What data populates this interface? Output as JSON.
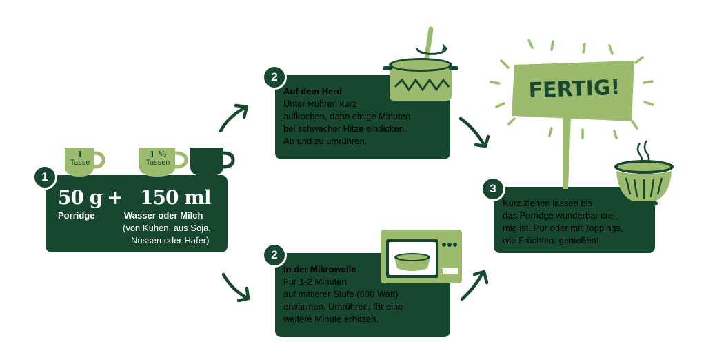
{
  "step1": {
    "number": "1",
    "cup1_amount": "1",
    "cup1_label": "Tasse",
    "cup2_amount": "1 ½",
    "cup2_label": "Tassen",
    "porridge_amount": "50 g",
    "plus": "+",
    "liquid_amount": "150 ml",
    "porridge_label": "Porridge",
    "liquid_label": "Wasser oder Milch",
    "liquid_note_1": "(von Kühen, aus Soja,",
    "liquid_note_2": "Nüssen oder Hafer)"
  },
  "step2a": {
    "number": "2",
    "title": "Auf dem Herd",
    "line1": "Unter Rühren kurz",
    "line2": "aufkochen, dann einige Minuten",
    "line3": "bei schwacher Hitze eindicken.",
    "line4": "Ab und zu umrühren."
  },
  "step2b": {
    "number": "2",
    "title": "In der Mikrowelle",
    "line1": "Für 1-2 Minuten",
    "line2": "auf mittlerer Stufe (600 Watt)",
    "line3": "erwärmen. Umrühren, für eine",
    "line4": "weitere Minute erhitzen."
  },
  "step3": {
    "number": "3",
    "line1": "Kurz ziehen lassen bis",
    "line2": "das Porridge wunderbar cre-",
    "line3": "mig ist. Pur oder mit Toppings,",
    "line4": "wie Früchten, genießen!"
  },
  "sign": {
    "text": "FERTIG!"
  },
  "colors": {
    "dark_green": "#17472f",
    "light_green": "#9dbb6e",
    "white": "#ffffff"
  }
}
